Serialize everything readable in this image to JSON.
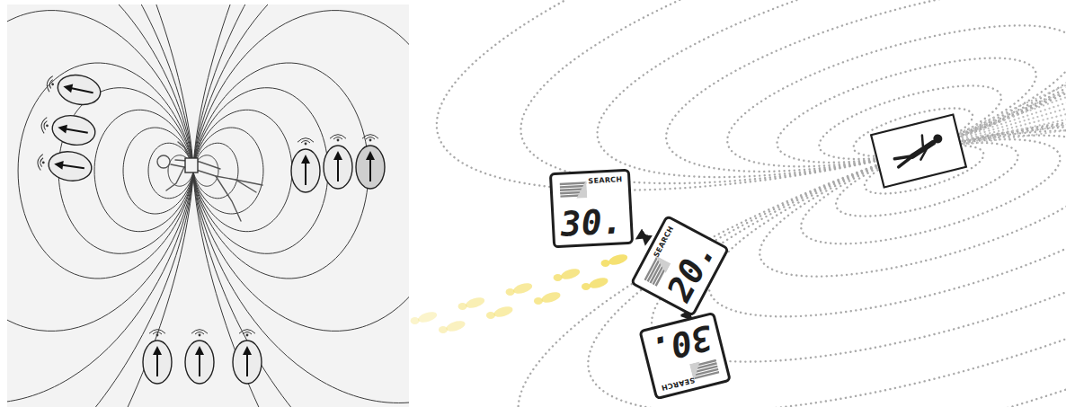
{
  "diagram": {
    "nodes": [
      {
        "text": [
          "SEARCH",
          "30."
        ]
      },
      {
        "text": [
          "SEARCH",
          "20."
        ]
      },
      {
        "text": [
          "SEARCH",
          "30."
        ]
      }
    ],
    "edges": [
      {
        "from": 0,
        "to": 1,
        "arrow": "both"
      },
      {
        "from": 1,
        "to": 2,
        "arrow": "both"
      }
    ]
  }
}
